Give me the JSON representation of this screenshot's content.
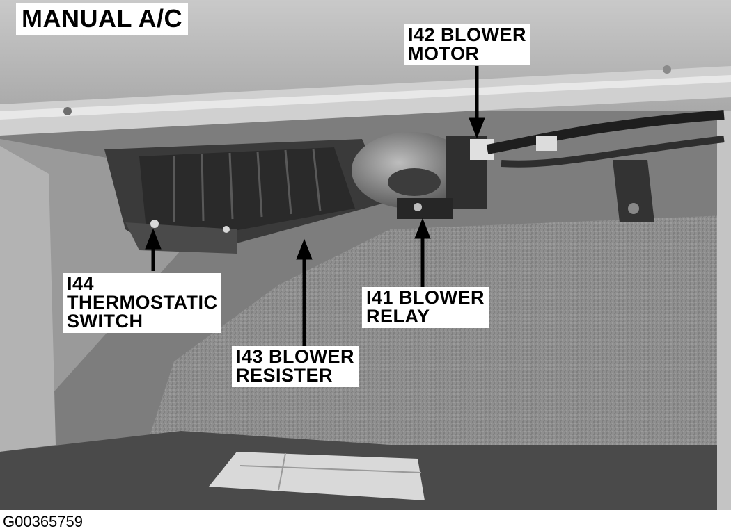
{
  "figure": {
    "title": "MANUAL A/C",
    "figure_id": "G00365759"
  },
  "callouts": {
    "i42": {
      "line1": "I42 BLOWER",
      "line2": "MOTOR"
    },
    "i44": {
      "line1": "I44",
      "line2": "THERMOSTATIC",
      "line3": "SWITCH"
    },
    "i43": {
      "line1": "I43 BLOWER",
      "line2": "RESISTER"
    },
    "i41": {
      "line1": "I41 BLOWER",
      "line2": "RELAY"
    }
  },
  "colors": {
    "arrow": "#000000",
    "label_bg": "#ffffff"
  }
}
